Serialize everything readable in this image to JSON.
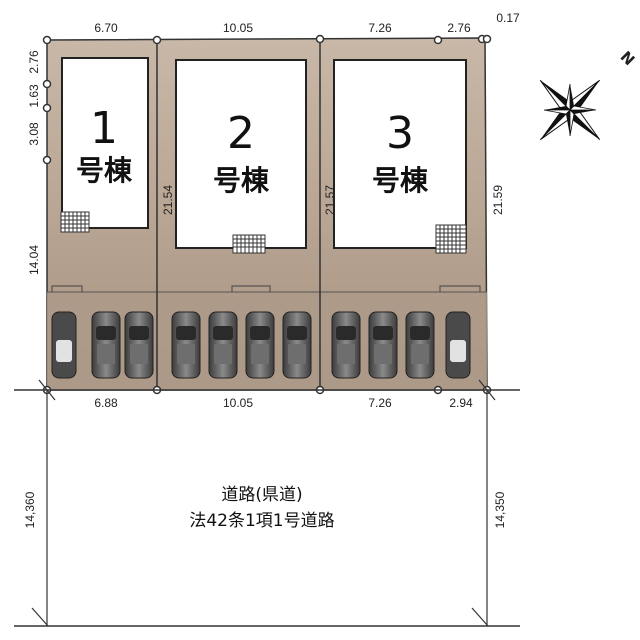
{
  "lot": {
    "top_dims": [
      "6.70",
      "10.05",
      "7.26",
      "2.76",
      "0.17"
    ],
    "bottom_dims": [
      "6.88",
      "10.05",
      "7.26",
      "2.94"
    ],
    "left_dims": [
      "2.76",
      "1.63",
      "3.08",
      "14.04"
    ],
    "inner_dims": [
      "21.54",
      "21.57",
      "21.59"
    ]
  },
  "buildings": [
    {
      "number": "1",
      "label": "号棟"
    },
    {
      "number": "2",
      "label": "号棟"
    },
    {
      "number": "3",
      "label": "号棟"
    }
  ],
  "road": {
    "name": "道路(県道)",
    "legal": "法42条1項1号道路",
    "left_width": "14,360",
    "right_width": "14,350"
  },
  "compass": {
    "north_label": "N"
  },
  "colors": {
    "lot_fill": "#bfae9f",
    "lot_shade": "#a89482",
    "boundary": "#333333",
    "car_body": "#555555",
    "car_light": "#d8d8d8"
  }
}
